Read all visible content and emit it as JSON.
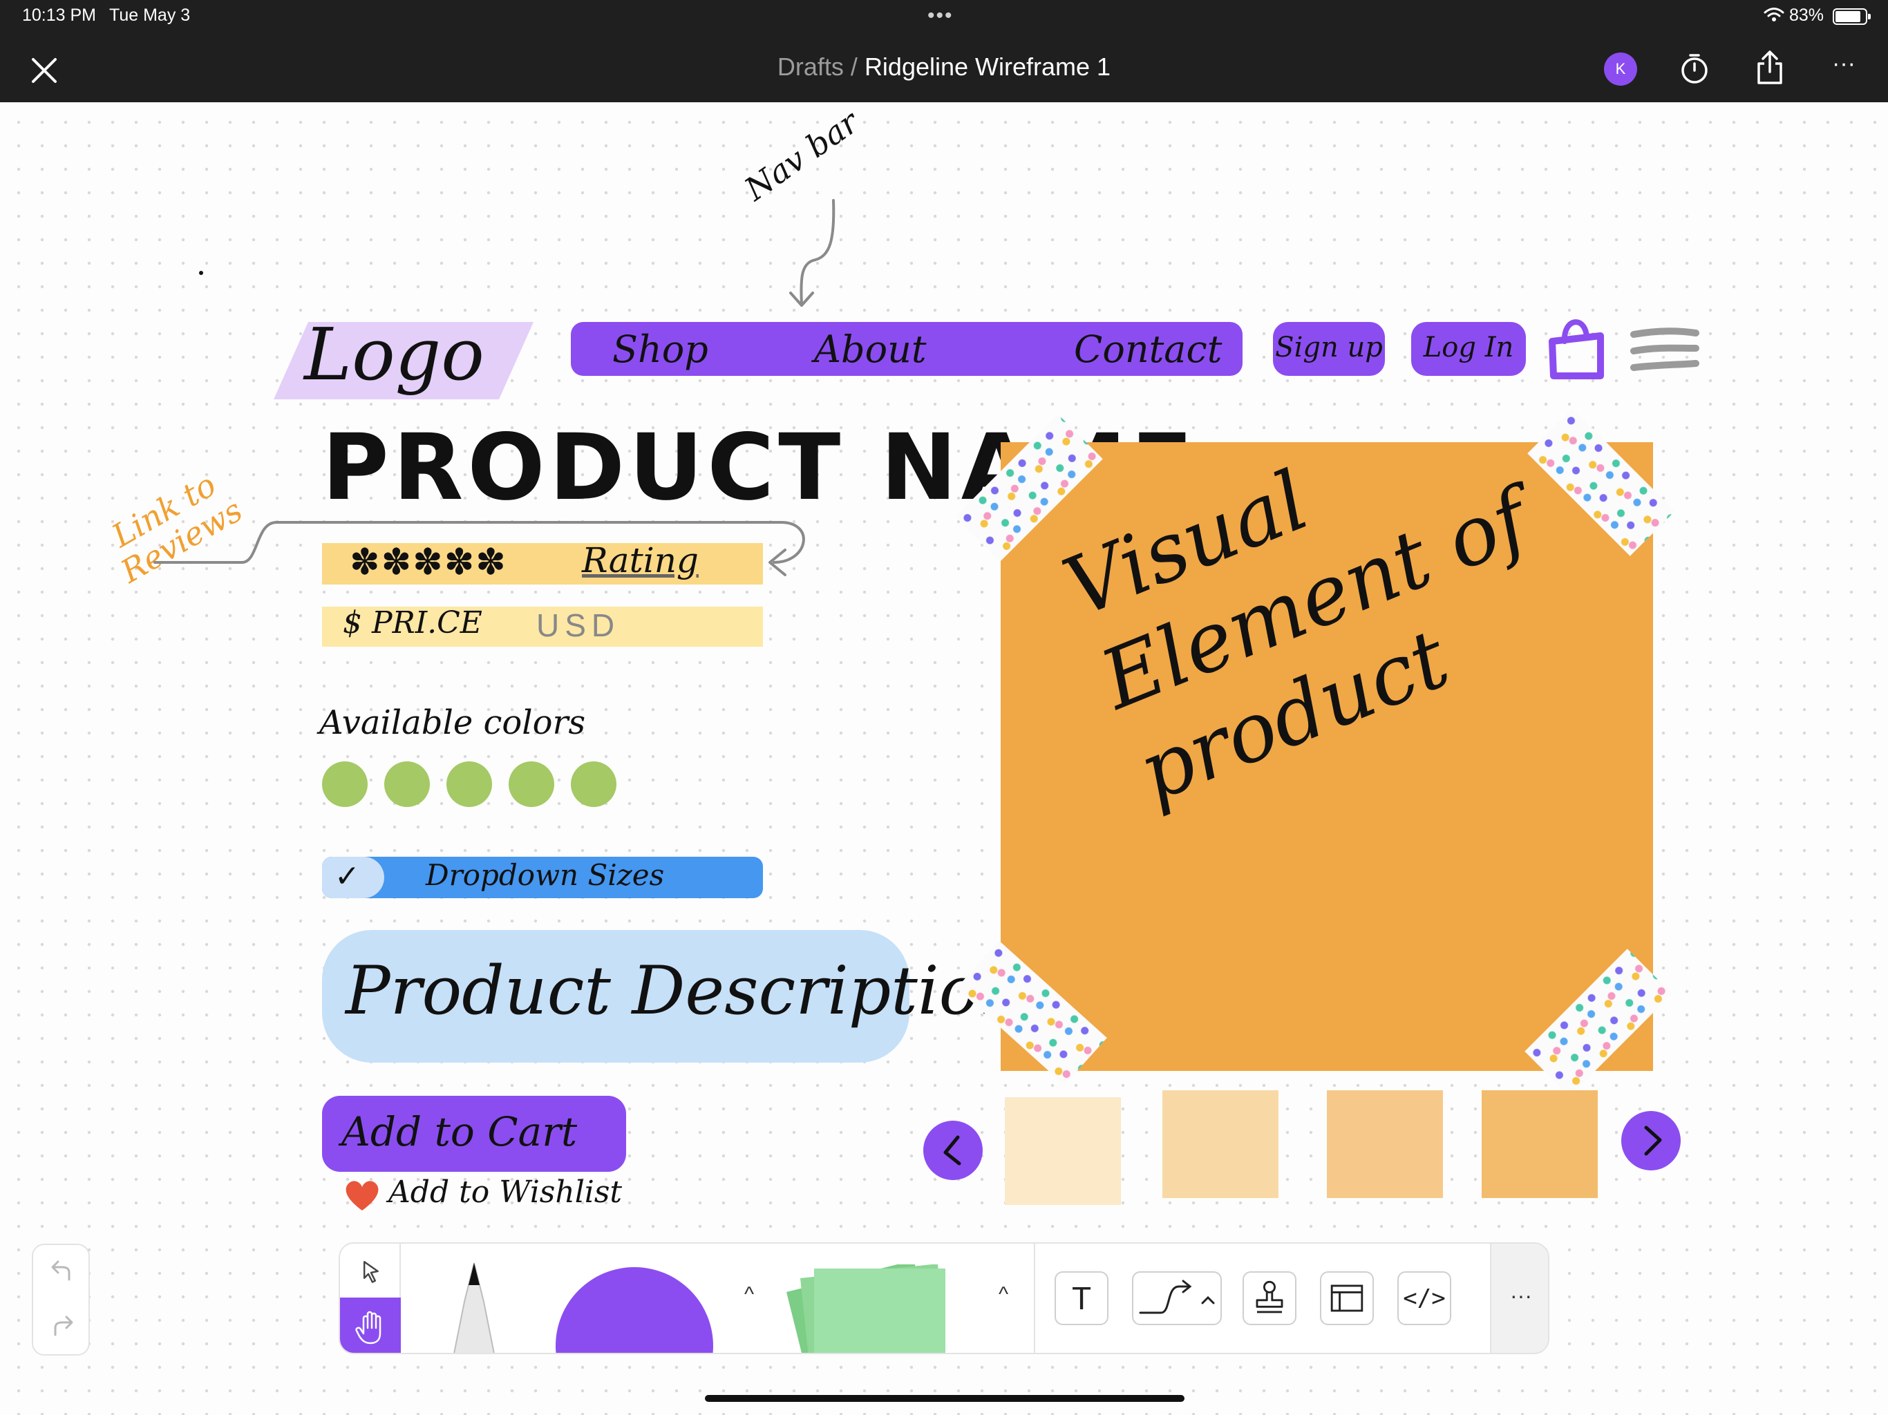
{
  "status_bar": {
    "time": "10:13 PM",
    "date": "Tue May 3",
    "battery": "83%"
  },
  "header": {
    "breadcrumb": "Drafts",
    "separator": " / ",
    "title": "Ridgeline Wireframe 1",
    "avatar_initial": "K"
  },
  "sketch": {
    "logo": "Logo",
    "nav_annotation": "Nav bar",
    "nav_links": [
      "Shop",
      "About",
      "Contact"
    ],
    "sign_up": "Sign up",
    "log_in": "Log In",
    "product_name": "PRODUCT NAME",
    "link_annotation": "Link to Reviews",
    "stars": "✽✽✽✽✽",
    "rating": "Rating",
    "price": "$ PRI.CE",
    "currency": "USD",
    "colors_label": "Available colors",
    "color_count": 5,
    "dropdown_check": "✓",
    "dropdown": "Dropdown Sizes",
    "description": "Product Description",
    "add_to_cart": "Add to Cart",
    "wishlist": "Add to Wishlist",
    "visual": "Visual Element of product",
    "thumbnail_colors": [
      "#fbe9c8",
      "#f8d9a6",
      "#f6c98a",
      "#f3bb6c"
    ]
  },
  "colors": {
    "accent": "#8b4df0",
    "swatch": "#a4c965",
    "visual_card": "#f0a745",
    "annotation": "#f0a031",
    "dropdown": "#4597f0",
    "description": "#c6e0f8",
    "logo_bg": "#e3cff8",
    "rating_bg": "#fbd886",
    "price_bg": "#fde8a6"
  },
  "toolbar": {
    "text_tool": "T",
    "code_tool": "</>",
    "more": "···",
    "caret": "^"
  },
  "icons": [
    "close-icon",
    "timer-icon",
    "share-icon",
    "more-icon",
    "cart-icon",
    "menu-icon",
    "heart-icon",
    "undo-icon",
    "redo-icon",
    "select-icon",
    "hand-icon",
    "pen-icon",
    "connector-icon",
    "stamp-icon",
    "frame-icon",
    "code-icon",
    "wifi-icon",
    "battery-icon"
  ]
}
